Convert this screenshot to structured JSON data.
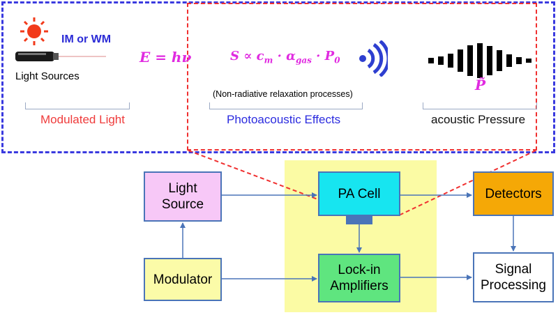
{
  "top_panel": {
    "im_wm": "IM or WM",
    "light_sources": "Light Sources",
    "energy_formula": "E = hν",
    "signal_formula": "S ∝ c",
    "formula_m": "m",
    "formula_mid": " · α",
    "formula_gas": "gas",
    "formula_p": " · P",
    "formula_zero": "0",
    "non_radiative": "(Non-radiative relaxation processes)",
    "pressure_symbol": "P̃",
    "modulated_light": "Modulated Light",
    "photoacoustic_effects": "Photoacoustic Effects",
    "acoustic_pressure": "acoustic Pressure"
  },
  "blocks": {
    "light_source": "Light\nSource",
    "modulator": "Modulator",
    "pa_cell": "PA Cell",
    "lock_in": "Lock-in\nAmplifiers",
    "detectors": "Detectors",
    "signal_processing": "Signal\nProcessing"
  },
  "colors": {
    "outer_dash": "#3a3adf",
    "inner_dash": "#f03030",
    "formula": "#e02ae0",
    "light_source": "#f7c8f7",
    "modulator": "#fbfba8",
    "pa_cell": "#17e5f0",
    "lock_in": "#5fe57f",
    "detectors": "#f5a806",
    "signal_processing": "#ffffff",
    "highlight": "#fbfba4",
    "arrow": "#4a74b8"
  },
  "icons": {
    "sun": "sun-icon",
    "laser": "laser-pointer-icon",
    "waves": "sound-wave-icon",
    "pulse": "acoustic-pulse-icon"
  }
}
